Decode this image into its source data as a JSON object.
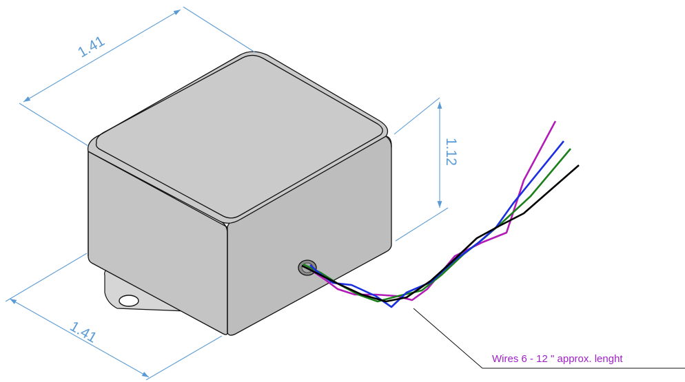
{
  "dimensions": {
    "width": "1.41",
    "height": "1.12",
    "depth": "1.41"
  },
  "note": {
    "wires_label": "Wires  6 - 12 \" approx. lenght",
    "color": "#a020c8"
  },
  "colors": {
    "dimension": "#5b9bd5",
    "body": "#c8c8c8",
    "wire_magenta": "#b21bb5",
    "wire_blue": "#1a2fe0",
    "wire_green": "#1b7f1b",
    "wire_black": "#000000"
  }
}
